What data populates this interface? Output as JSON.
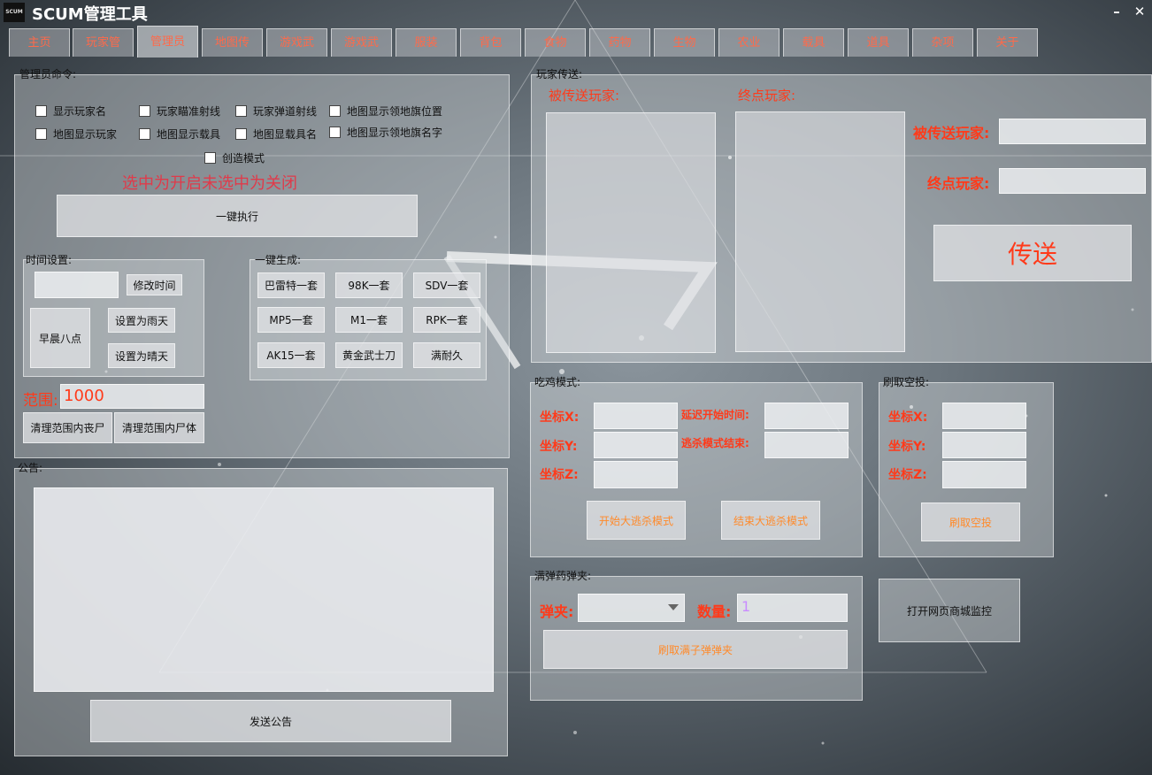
{
  "window": {
    "logo_text": "SCUM",
    "title": "SCUM管理工具",
    "minimize_glyph": "–",
    "close_glyph": "✕"
  },
  "tabs": [
    "主页",
    "玩家管",
    "管理员",
    "地图传",
    "游戏武",
    "游戏武",
    "服装",
    "背包",
    "食物",
    "药物",
    "生物",
    "农业",
    "载具",
    "道具",
    "杂项",
    "关于"
  ],
  "admin_commands": {
    "label": "管理员命令:",
    "checkboxes": [
      "显示玩家名",
      "玩家瞄准射线",
      "玩家弹道射线",
      "地图显示领地旗位置",
      "地图显示玩家",
      "地图显示载具",
      "地图显载具名",
      "地图显示领地旗名字",
      "创造模式"
    ],
    "hint": "选中为开启未选中为关闭",
    "execute_button": "一键执行"
  },
  "time_settings": {
    "label": "时间设置:",
    "modify_time_button": "修改时间",
    "morning_button": "早晨八点",
    "rain_button": "设置为雨天",
    "sunny_button": "设置为晴天"
  },
  "quick_generate": {
    "label": "一键生成:",
    "buttons": [
      "巴雷特一套",
      "98K一套",
      "SDV一套",
      "MP5一套",
      "M1一套",
      "RPK一套",
      "AK15一套",
      "黄金武士刀",
      "满耐久"
    ]
  },
  "range": {
    "label": "范围:",
    "value": "1000",
    "clear_zombies_button": "清理范围内丧尸",
    "clear_bodies_button": "清理范围内尸体"
  },
  "announcement": {
    "label": "公告:",
    "text": "",
    "send_button": "发送公告"
  },
  "teleport": {
    "label": "玩家传送:",
    "source_header": "被传送玩家:",
    "target_header": "终点玩家:",
    "source_field_label": "被传送玩家:",
    "target_field_label": "终点玩家:",
    "source_value": "",
    "target_value": "",
    "teleport_button": "传送"
  },
  "battle_royale": {
    "label": "吃鸡模式:",
    "x_label": "坐标X:",
    "y_label": "坐标Y:",
    "z_label": "坐标Z:",
    "delay_label": "延迟开始时间:",
    "end_label": "逃杀模式结束:",
    "start_button": "开始大逃杀模式",
    "end_button": "结束大逃杀模式"
  },
  "airdrop": {
    "label": "刷取空投:",
    "x_label": "坐标X:",
    "y_label": "坐标Y:",
    "z_label": "坐标Z:",
    "button": "刷取空投"
  },
  "magazine": {
    "label": "满弹药弹夹:",
    "mag_label": "弹夹:",
    "mag_value": "",
    "qty_label": "数量:",
    "qty_value": "1",
    "button": "刷取满子弹弹夹"
  },
  "shop_monitor_button": "打开网页商城监控",
  "colors": {
    "accent_red": "#ff3a1a",
    "tab_text": "#ff6a4a",
    "orange_button_text": "#ff8a2a",
    "qty_value": "#c98cff"
  }
}
